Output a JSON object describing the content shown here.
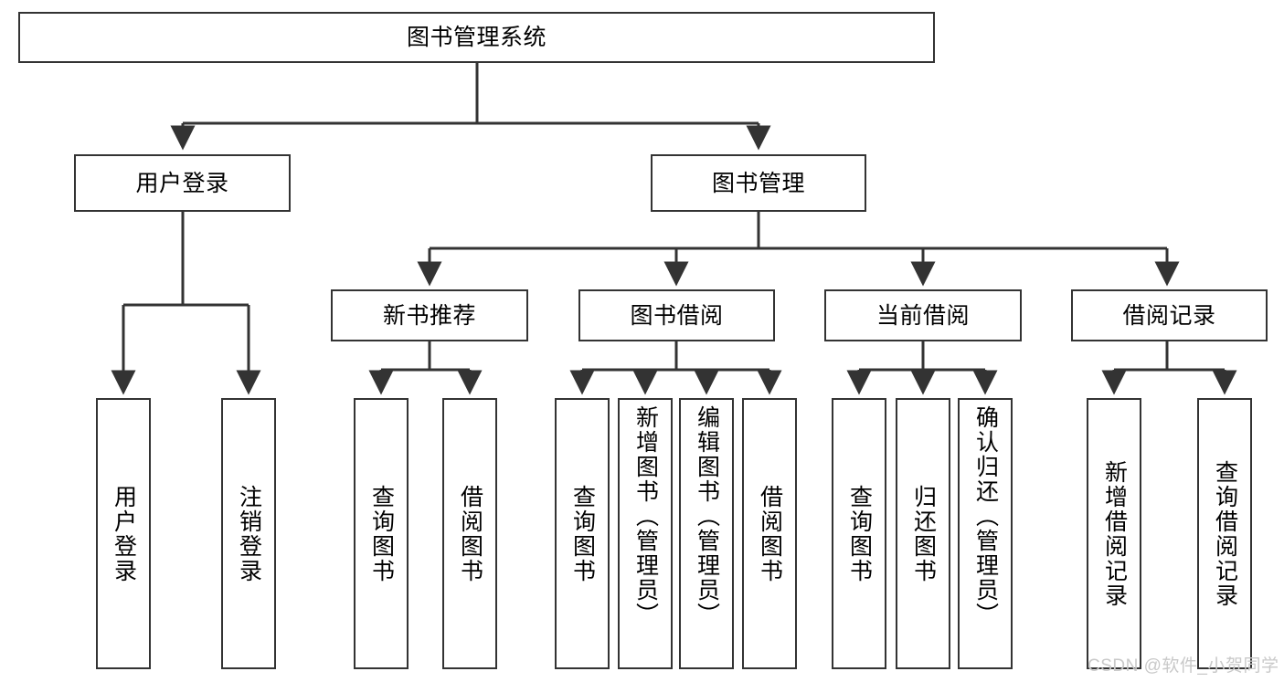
{
  "diagram": {
    "type": "hierarchy-tree",
    "title": "图书管理系统",
    "colors": {
      "stroke": "#333333",
      "fill": "#ffffff",
      "text": "#000000",
      "watermark": "#c9c9c9"
    },
    "levels": {
      "root": {
        "label": "图书管理系统"
      },
      "level1": [
        {
          "label": "用户登录"
        },
        {
          "label": "图书管理"
        }
      ],
      "level2": [
        {
          "label": "新书推荐"
        },
        {
          "label": "图书借阅"
        },
        {
          "label": "当前借阅"
        },
        {
          "label": "借阅记录"
        }
      ],
      "level3": [
        {
          "label": "用户登录",
          "parent": "用户登录"
        },
        {
          "label": "注销登录",
          "parent": "用户登录"
        },
        {
          "label": "查询图书",
          "parent": "新书推荐"
        },
        {
          "label": "借阅图书",
          "parent": "新书推荐"
        },
        {
          "label": "查询图书",
          "parent": "图书借阅"
        },
        {
          "label": "新增图书（管理员）",
          "parent": "图书借阅"
        },
        {
          "label": "编辑图书（管理员）",
          "parent": "图书借阅"
        },
        {
          "label": "借阅图书",
          "parent": "图书借阅"
        },
        {
          "label": "查询图书",
          "parent": "当前借阅"
        },
        {
          "label": "归还图书",
          "parent": "当前借阅"
        },
        {
          "label": "确认归还（管理员）",
          "parent": "当前借阅"
        },
        {
          "label": "新增借阅记录",
          "parent": "借阅记录"
        },
        {
          "label": "查询借阅记录",
          "parent": "借阅记录"
        }
      ]
    }
  },
  "watermark": {
    "text": "CSDN @软件_小贺同学"
  }
}
